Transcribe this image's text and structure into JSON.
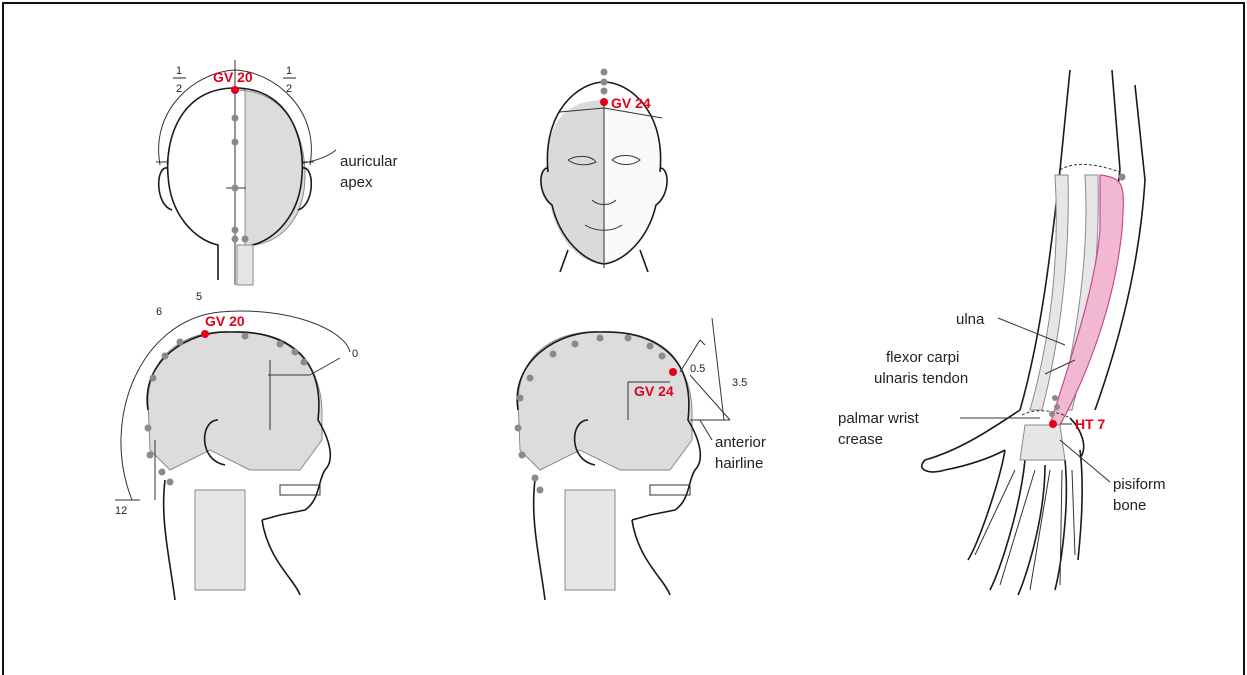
{
  "colors": {
    "accent": "#e3001b",
    "point_gray": "#8a8a8a",
    "tendon_pink": "#f2b8d2"
  },
  "back_view": {
    "point_label": "GV 20",
    "frac_left_num": "1",
    "frac_left_den": "2",
    "frac_right_num": "1",
    "frac_right_den": "2",
    "auricular_line1": "auricular",
    "auricular_line2": "apex"
  },
  "front_view": {
    "point_label": "GV 24"
  },
  "side_view_left": {
    "point_label": "GV 20",
    "measure_6": "6",
    "measure_5": "5",
    "measure_0": "0",
    "measure_12": "12"
  },
  "side_view_right": {
    "point_label": "GV 24",
    "measure_05": "0.5",
    "measure_35": "3.5",
    "hairline_line1": "anterior",
    "hairline_line2": "hairline"
  },
  "arm_view": {
    "ulna": "ulna",
    "flexor_line1": "flexor carpi",
    "flexor_line2": "ulnaris tendon",
    "palmar_line1": "palmar wrist",
    "palmar_line2": "crease",
    "point_label": "HT 7",
    "pisiform_line1": "pisiform",
    "pisiform_line2": "bone"
  }
}
